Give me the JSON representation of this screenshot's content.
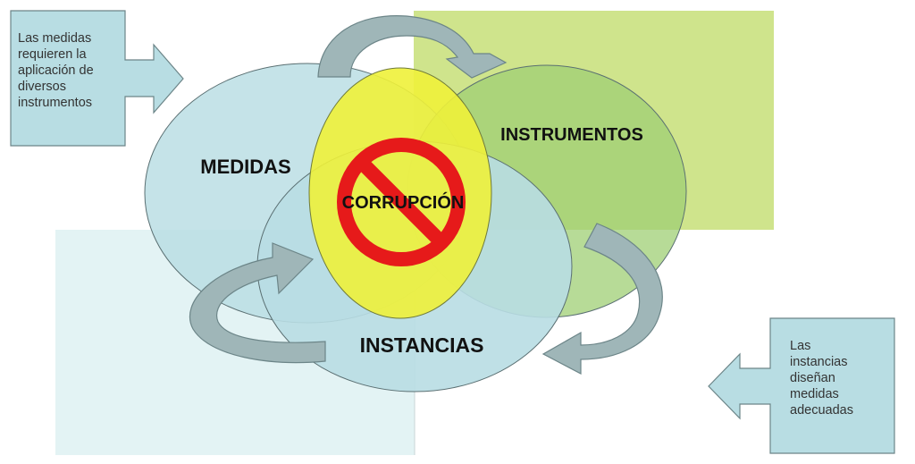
{
  "diagram": {
    "labels": {
      "medidas": "MEDIDAS",
      "instrumentos": "INSTRUMENTOS",
      "instancias": "INSTANCIAS",
      "corrupcion": "CORRUPCIÓN"
    },
    "notes": {
      "medidas_note": "Las medidas\nrequieren  la\naplicación de\ndiversos\ninstrumentos",
      "instancias_note": "Las\ninstancias\ndiseñan\nmedidas\nadecuadas"
    },
    "icons": {
      "center": "prohibition-sign-icon"
    },
    "colors": {
      "light_blue": "#b8dde3",
      "pale_blue": "#e3f3f4",
      "green": "#c8e08a",
      "green_ellipse": "#a8d27a",
      "yellow": "#eef13a",
      "red": "#e61a1a",
      "arrow_gray": "#8fa8aa",
      "outline": "#5a6f72"
    }
  }
}
